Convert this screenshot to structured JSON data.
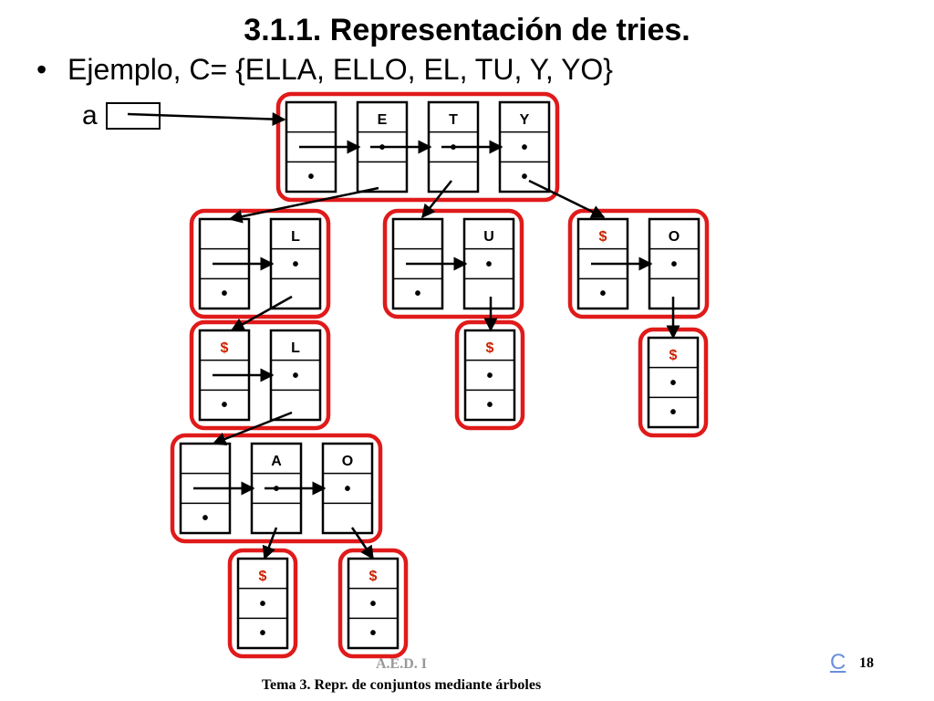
{
  "slide": {
    "title": "3.1.1. Representación de tries.",
    "bullet": "Ejemplo, C= {ELLA, ELLO, EL, TU, Y, YO}",
    "bullet_marker": "•",
    "variable_label": "a",
    "footer_course": "A.E.D. I",
    "footer_topic": "Tema 3. Repr. de conjuntos mediante árboles",
    "footer_link": "C",
    "page_number": "18"
  },
  "trie": {
    "nodes": [
      {
        "id": "root",
        "cells": [
          {
            "key": "",
            "child": false,
            "term": true
          },
          {
            "key": "E",
            "child": true,
            "term": false
          },
          {
            "key": "T",
            "child": true,
            "term": false
          },
          {
            "key": "Y",
            "child": true,
            "term": true
          }
        ]
      },
      {
        "id": "E",
        "cells": [
          {
            "key": "",
            "child": false,
            "term": true
          },
          {
            "key": "L",
            "child": true,
            "term": false
          }
        ]
      },
      {
        "id": "T",
        "cells": [
          {
            "key": "",
            "child": false,
            "term": true
          },
          {
            "key": "U",
            "child": true,
            "term": false
          }
        ]
      },
      {
        "id": "Y",
        "cells": [
          {
            "key": "$",
            "child": false,
            "term": true
          },
          {
            "key": "O",
            "child": true,
            "term": false
          }
        ]
      },
      {
        "id": "EL",
        "cells": [
          {
            "key": "$",
            "child": false,
            "term": true
          },
          {
            "key": "L",
            "child": true,
            "term": false
          }
        ]
      },
      {
        "id": "TU",
        "cells": [
          {
            "key": "$",
            "child": true,
            "term": true
          }
        ]
      },
      {
        "id": "YO",
        "cells": [
          {
            "key": "$",
            "child": true,
            "term": true
          }
        ]
      },
      {
        "id": "ELL",
        "cells": [
          {
            "key": "",
            "child": false,
            "term": true
          },
          {
            "key": "A",
            "child": true,
            "term": false
          },
          {
            "key": "O",
            "child": true,
            "term": false
          }
        ]
      },
      {
        "id": "ELLA",
        "cells": [
          {
            "key": "$",
            "child": true,
            "term": true
          }
        ]
      },
      {
        "id": "ELLO",
        "cells": [
          {
            "key": "$",
            "child": true,
            "term": true
          }
        ]
      }
    ],
    "end_marker_color": "#cc2200",
    "group_border_color": "#e01a1a",
    "pointer_symbol": "•"
  }
}
